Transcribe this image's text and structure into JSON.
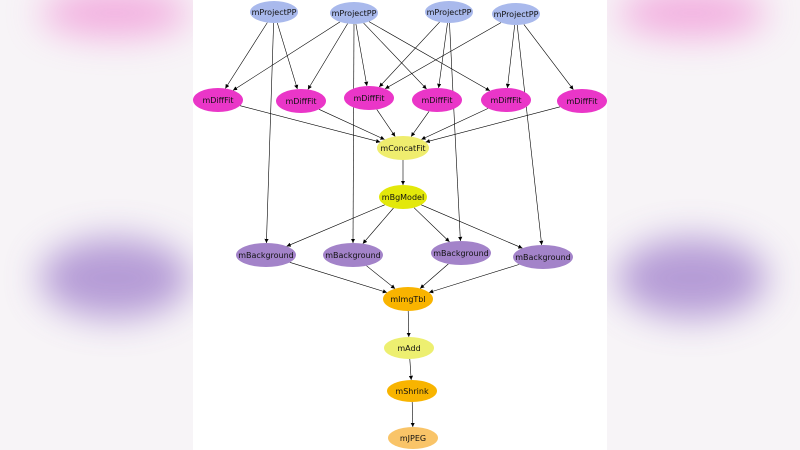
{
  "colors": {
    "project": "#a9b9ec",
    "difffit": "#ea36c8",
    "concatfit": "#efed6e",
    "bgmodel": "#e3e80a",
    "background": "#a383c9",
    "imgtbl": "#f9b400",
    "add": "#edef70",
    "shrink": "#f8b400",
    "jpeg": "#f9c468",
    "edge": "#000000"
  },
  "nodes": [
    {
      "id": "p1",
      "label": "mProjectPP",
      "kind": "project"
    },
    {
      "id": "p2",
      "label": "mProjectPP",
      "kind": "project"
    },
    {
      "id": "p3",
      "label": "mProjectPP",
      "kind": "project"
    },
    {
      "id": "p4",
      "label": "mProjectPP",
      "kind": "project"
    },
    {
      "id": "d1",
      "label": "mDiffFit",
      "kind": "difffit"
    },
    {
      "id": "d2",
      "label": "mDiffFit",
      "kind": "difffit"
    },
    {
      "id": "d3",
      "label": "mDiffFit",
      "kind": "difffit"
    },
    {
      "id": "d4",
      "label": "mDiffFit",
      "kind": "difffit"
    },
    {
      "id": "d5",
      "label": "mDiffFit",
      "kind": "difffit"
    },
    {
      "id": "d6",
      "label": "mDiffFit",
      "kind": "difffit"
    },
    {
      "id": "cf",
      "label": "mConcatFit",
      "kind": "concatfit"
    },
    {
      "id": "bg",
      "label": "mBgModel",
      "kind": "bgmodel"
    },
    {
      "id": "b1",
      "label": "mBackground",
      "kind": "background"
    },
    {
      "id": "b2",
      "label": "mBackground",
      "kind": "background"
    },
    {
      "id": "b3",
      "label": "mBackground",
      "kind": "background"
    },
    {
      "id": "b4",
      "label": "mBackground",
      "kind": "background"
    },
    {
      "id": "it",
      "label": "mImgTbl",
      "kind": "imgtbl"
    },
    {
      "id": "ad",
      "label": "mAdd",
      "kind": "add"
    },
    {
      "id": "sh",
      "label": "mShrink",
      "kind": "shrink"
    },
    {
      "id": "jp",
      "label": "mJPEG",
      "kind": "jpeg"
    }
  ],
  "edges": [
    [
      "p1",
      "d1"
    ],
    [
      "p1",
      "d2"
    ],
    [
      "p1",
      "b1"
    ],
    [
      "p2",
      "d1"
    ],
    [
      "p2",
      "d2"
    ],
    [
      "p2",
      "d3"
    ],
    [
      "p2",
      "d4"
    ],
    [
      "p2",
      "d5"
    ],
    [
      "p2",
      "b2"
    ],
    [
      "p3",
      "d3"
    ],
    [
      "p3",
      "d4"
    ],
    [
      "p3",
      "b3"
    ],
    [
      "p4",
      "d3"
    ],
    [
      "p4",
      "d5"
    ],
    [
      "p4",
      "d6"
    ],
    [
      "p4",
      "b4"
    ],
    [
      "d1",
      "cf"
    ],
    [
      "d2",
      "cf"
    ],
    [
      "d3",
      "cf"
    ],
    [
      "d4",
      "cf"
    ],
    [
      "d5",
      "cf"
    ],
    [
      "d6",
      "cf"
    ],
    [
      "cf",
      "bg"
    ],
    [
      "bg",
      "b1"
    ],
    [
      "bg",
      "b2"
    ],
    [
      "bg",
      "b3"
    ],
    [
      "bg",
      "b4"
    ],
    [
      "b1",
      "it"
    ],
    [
      "b2",
      "it"
    ],
    [
      "b3",
      "it"
    ],
    [
      "b4",
      "it"
    ],
    [
      "it",
      "ad"
    ],
    [
      "ad",
      "sh"
    ],
    [
      "sh",
      "jp"
    ]
  ]
}
